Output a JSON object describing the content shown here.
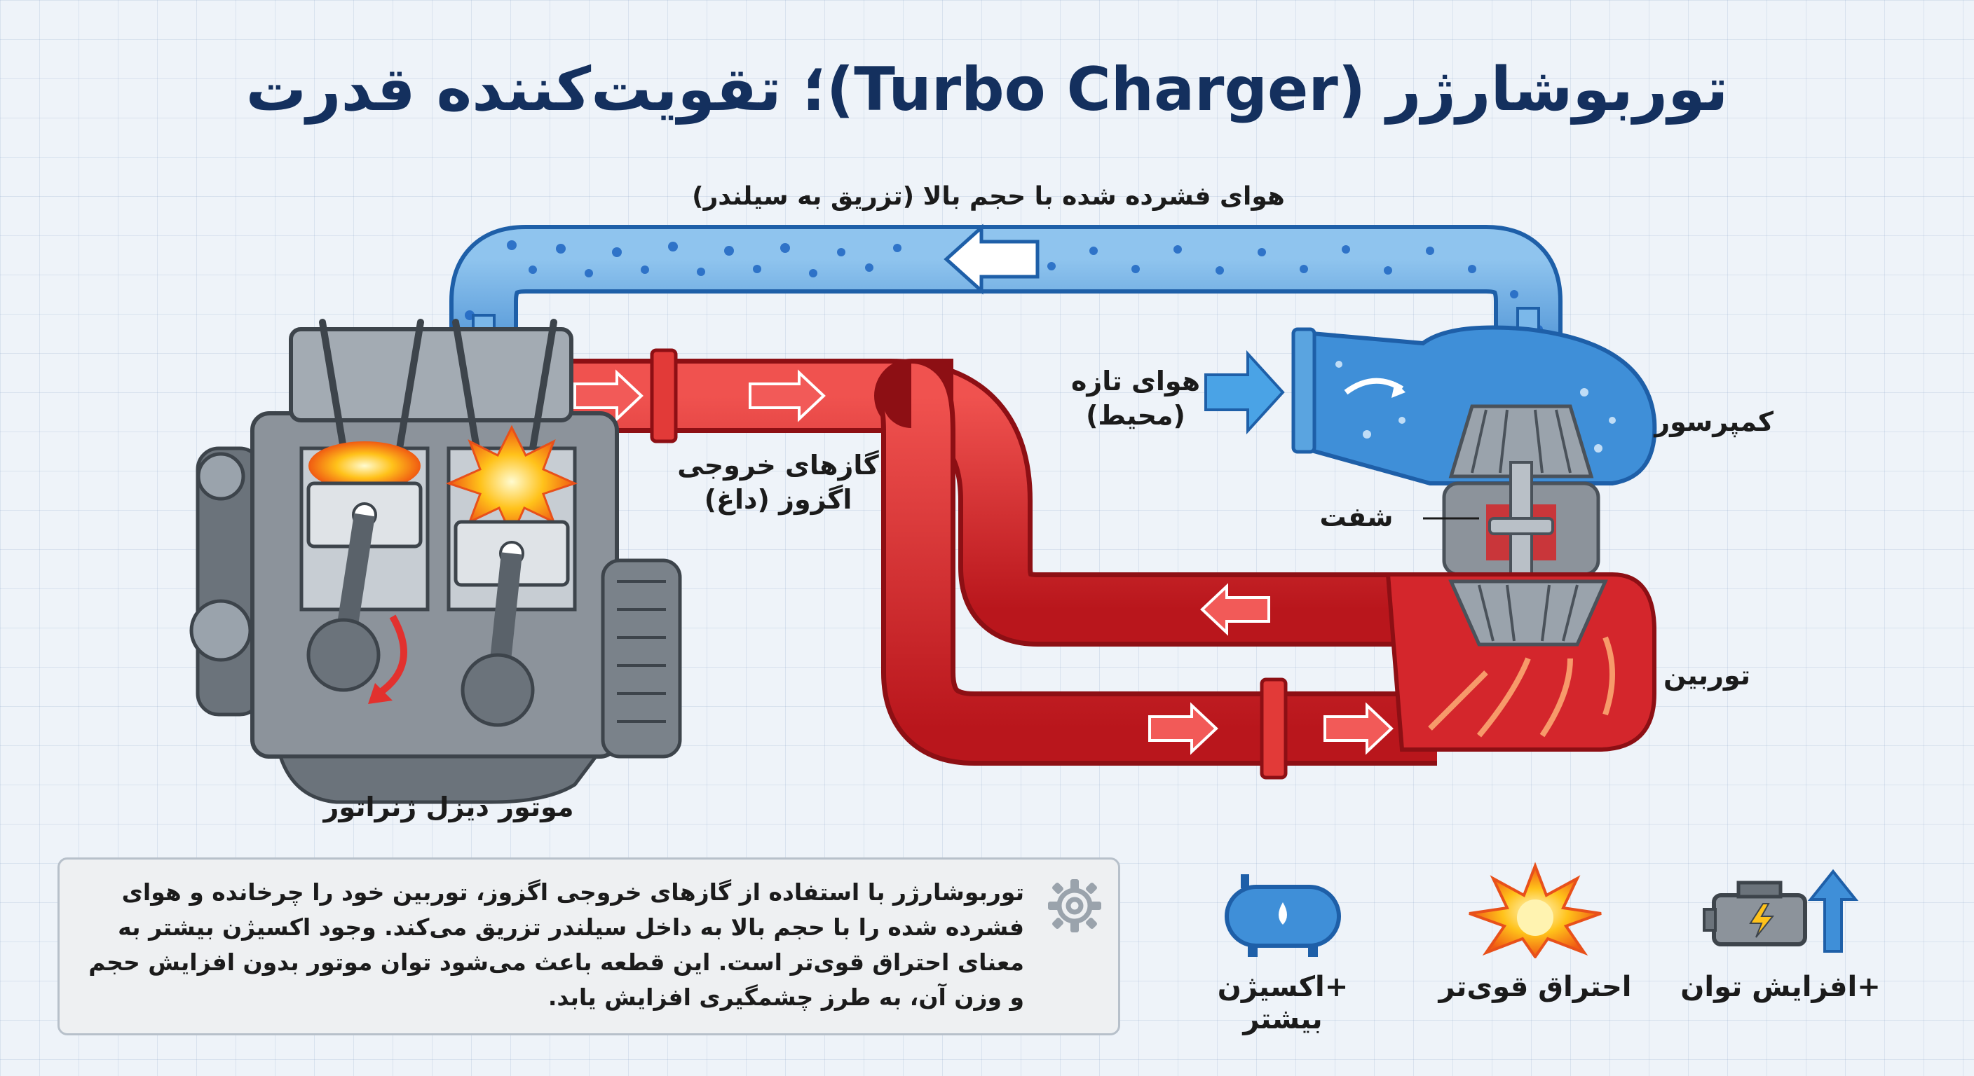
{
  "title": "توربوشارژر (Turbo Charger)؛ تقویت‌کننده قدرت",
  "labels": {
    "compressed_air": "هوای فشرده شده با حجم بالا (تزریق به سیلندر)",
    "fresh_air": "هوای تازه\n(محیط)",
    "exhaust": "گازهای خروجی\nاگزوز (داغ)",
    "compressor": "کمپرسور",
    "shaft": "شفت",
    "turbine": "توربین",
    "engine": "موتور دیزل ژنراتور"
  },
  "description": "توربوشارژر با استفاده از گازهای خروجی اگزوز، توربین خود را چرخانده و هوای فشرده شده را با حجم بالا به داخل سیلندر تزریق می‌کند. وجود اکسیژن بیشتر به معنای احتراق قوی‌تر است. این قطعه باعث می‌شود توان موتور بدون افزایش حجم و وزن آن، به طرز چشمگیری افزایش یابد.",
  "features": [
    {
      "label": "+اکسیژن بیشتر",
      "icon": "oxygen-tank-icon"
    },
    {
      "label": "احتراق قوی‌تر",
      "icon": "explosion-icon"
    },
    {
      "label": "+افزایش توان",
      "icon": "engine-power-icon"
    }
  ],
  "colors": {
    "title": "#14305e",
    "air_pipe": "#3d8fd6",
    "exhaust_pipe": "#d4262c",
    "engine": "#8c939b"
  }
}
